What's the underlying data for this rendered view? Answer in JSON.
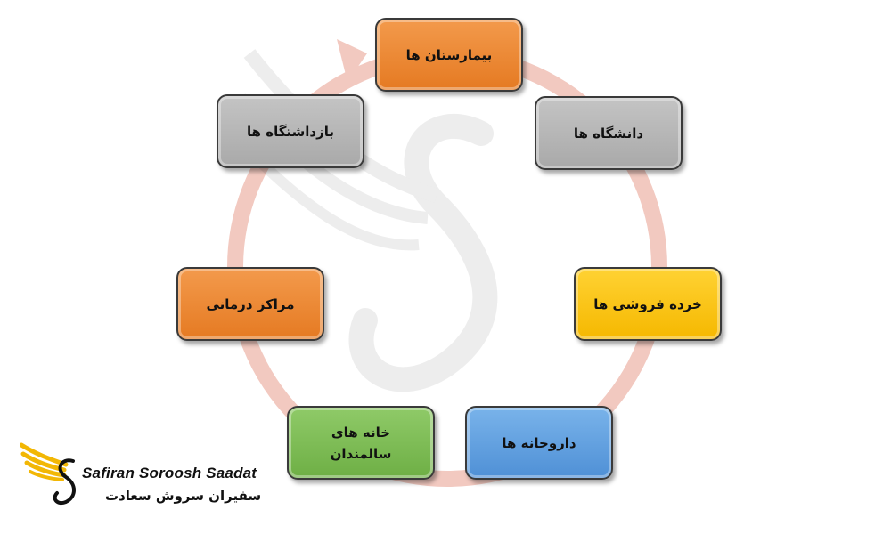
{
  "colors": {
    "ring": "#f2c9c0",
    "orange": "#e8802c",
    "gray": "#b2b2b2",
    "yellow": "#f9c000",
    "blue": "#5b9bd5",
    "green": "#78b84c",
    "logo_gold": "#f2b705"
  },
  "nodes": [
    {
      "label": "بیمارستان ها",
      "fill": "orange"
    },
    {
      "label": "دانشگاه ها",
      "fill": "gray"
    },
    {
      "label": "خرده فروشی ها",
      "fill": "yellow"
    },
    {
      "label": "داروخانه ها",
      "fill": "blue"
    },
    {
      "label": "خانه های\nسالمندان",
      "fill": "green"
    },
    {
      "label": "مراکز درمانی",
      "fill": "orange"
    },
    {
      "label": "بازداشتگاه ها",
      "fill": "gray"
    }
  ],
  "logo": {
    "latin": "Safiran Soroosh Saadat",
    "persian": "سفیران سروش سعادت",
    "icon": "phoenix-logo-icon"
  },
  "watermark_icon": "phoenix-watermark-icon"
}
